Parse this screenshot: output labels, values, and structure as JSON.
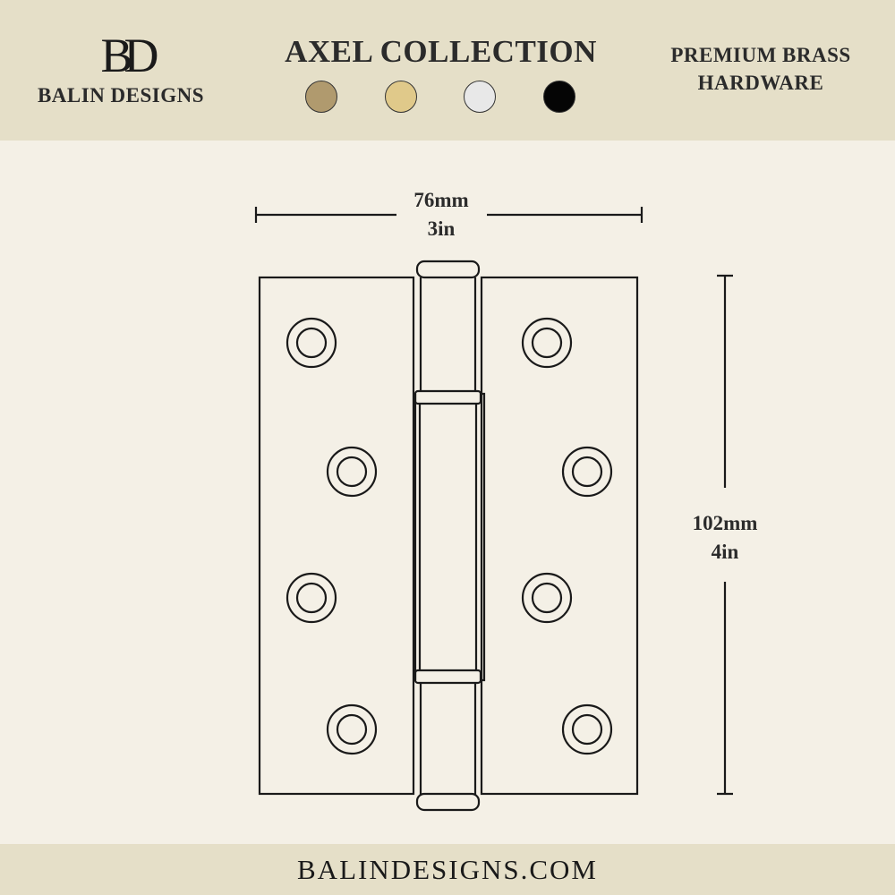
{
  "header": {
    "logo_text": "BD",
    "brand_name": "BALIN DESIGNS",
    "collection_title": "AXEL COLLECTION",
    "tagline_line1": "PREMIUM BRASS",
    "tagline_line2": "HARDWARE"
  },
  "finishes": [
    {
      "name": "antique-brass",
      "color": "#b09a6e"
    },
    {
      "name": "satin-brass",
      "color": "#e0c98a"
    },
    {
      "name": "chrome",
      "color": "#e8e8e8"
    },
    {
      "name": "black",
      "color": "#050505"
    }
  ],
  "dimensions": {
    "width_mm": "76mm",
    "width_in": "3in",
    "height_mm": "102mm",
    "height_in": "4in"
  },
  "footer": {
    "url": "BALINDESIGNS.COM"
  }
}
